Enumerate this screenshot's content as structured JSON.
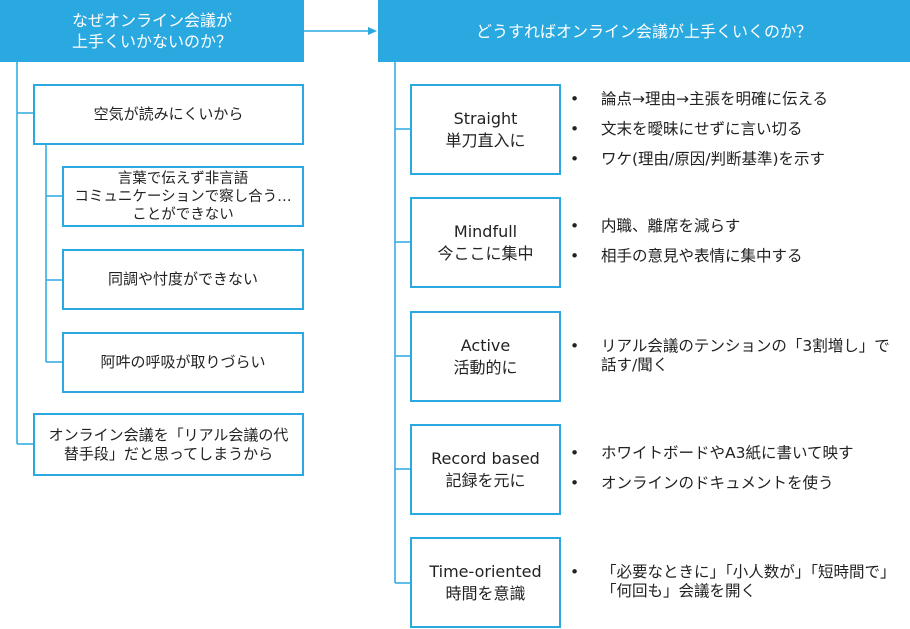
{
  "left": {
    "header": [
      "なぜオンライン会議が",
      "上手くいかないのか？"
    ],
    "reason1": "空気が読みにくいから",
    "sub1": [
      "言葉で伝えず非言語",
      "コミュニケーションで察し合う…",
      "ことができない"
    ],
    "sub2": "同調や忖度ができない",
    "sub3": "阿吽の呼吸が取りづらい",
    "reason2": [
      "オンライン会議を「リアル会議の代",
      "替手段」だと思ってしまうから"
    ]
  },
  "right": {
    "header": "どうすればオンライン会議が上手くいくのか？",
    "items": [
      {
        "en": "Straight",
        "ja": "単刀直入に",
        "bullets": [
          "論点→理由→主張を明確に伝える",
          "文末を曖昧にせずに言い切る",
          "ワケ(理由/原因/判断基準)を示す"
        ]
      },
      {
        "en": "Mindfull",
        "ja": "今ここに集中",
        "bullets": [
          "内職、離席を減らす",
          "相手の意見や表情に集中する"
        ]
      },
      {
        "en": "Active",
        "ja": "活動的に",
        "bullets": [
          "リアル会議のテンションの「3割増し」で話す/聞く"
        ]
      },
      {
        "en": "Record based",
        "ja": "記録を元に",
        "bullets": [
          "ホワイトボードやA3紙に書いて映す",
          "オンラインのドキュメントを使う"
        ]
      },
      {
        "en": "Time-oriented",
        "ja": "時間を意識",
        "bullets": [
          "「必要なときに」「小人数が」「短時間で」「何回も」会議を開く"
        ]
      }
    ]
  },
  "colors": {
    "accent": "#2aa8e0",
    "header_text": "#ffffff"
  }
}
